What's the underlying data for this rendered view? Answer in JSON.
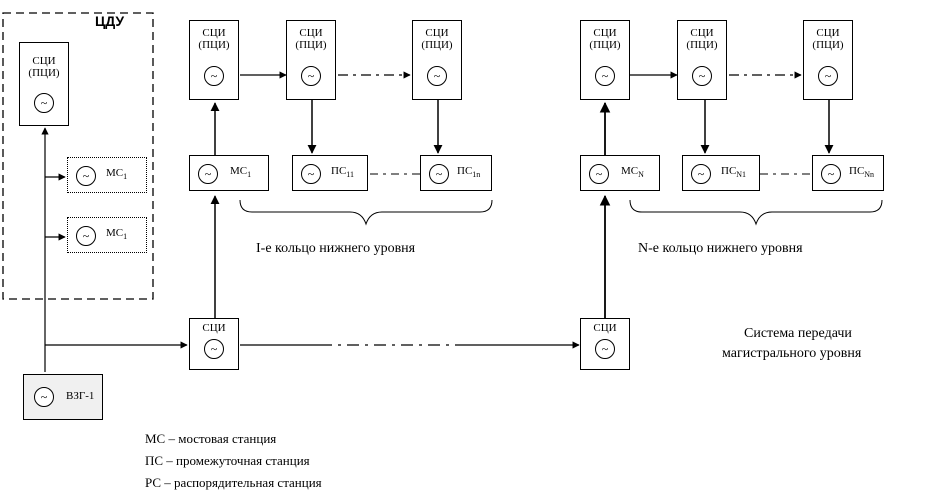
{
  "labels": {
    "cdu": "ЦДУ",
    "sci": "СЦИ",
    "pci": "(ПЦИ)",
    "ms": "МС",
    "ps": "ПС",
    "vzg": "ВЗГ-1",
    "osc_glyph": "~",
    "sub_1": "1",
    "sub_11": "11",
    "sub_1n": "1n",
    "sub_N": "N",
    "sub_N1": "N1",
    "sub_Nn": "Nn"
  },
  "captions": {
    "ring1": "I-е кольцо нижнего уровня",
    "ringN": "N-е кольцо нижнего уровня",
    "system_line1": "Система передачи",
    "system_line2": "магистрального уровня"
  },
  "legend": [
    "МС – мостовая станция",
    "ПС – промежуточная станция",
    "РС – распорядительная станция"
  ]
}
